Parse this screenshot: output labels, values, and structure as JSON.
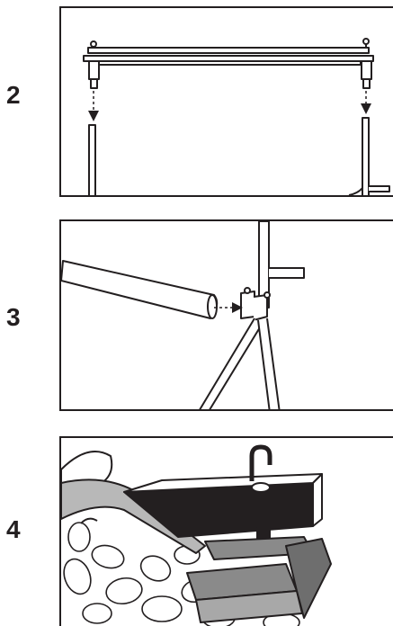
{
  "steps": [
    {
      "number": "2"
    },
    {
      "number": "3"
    },
    {
      "number": "4"
    }
  ]
}
